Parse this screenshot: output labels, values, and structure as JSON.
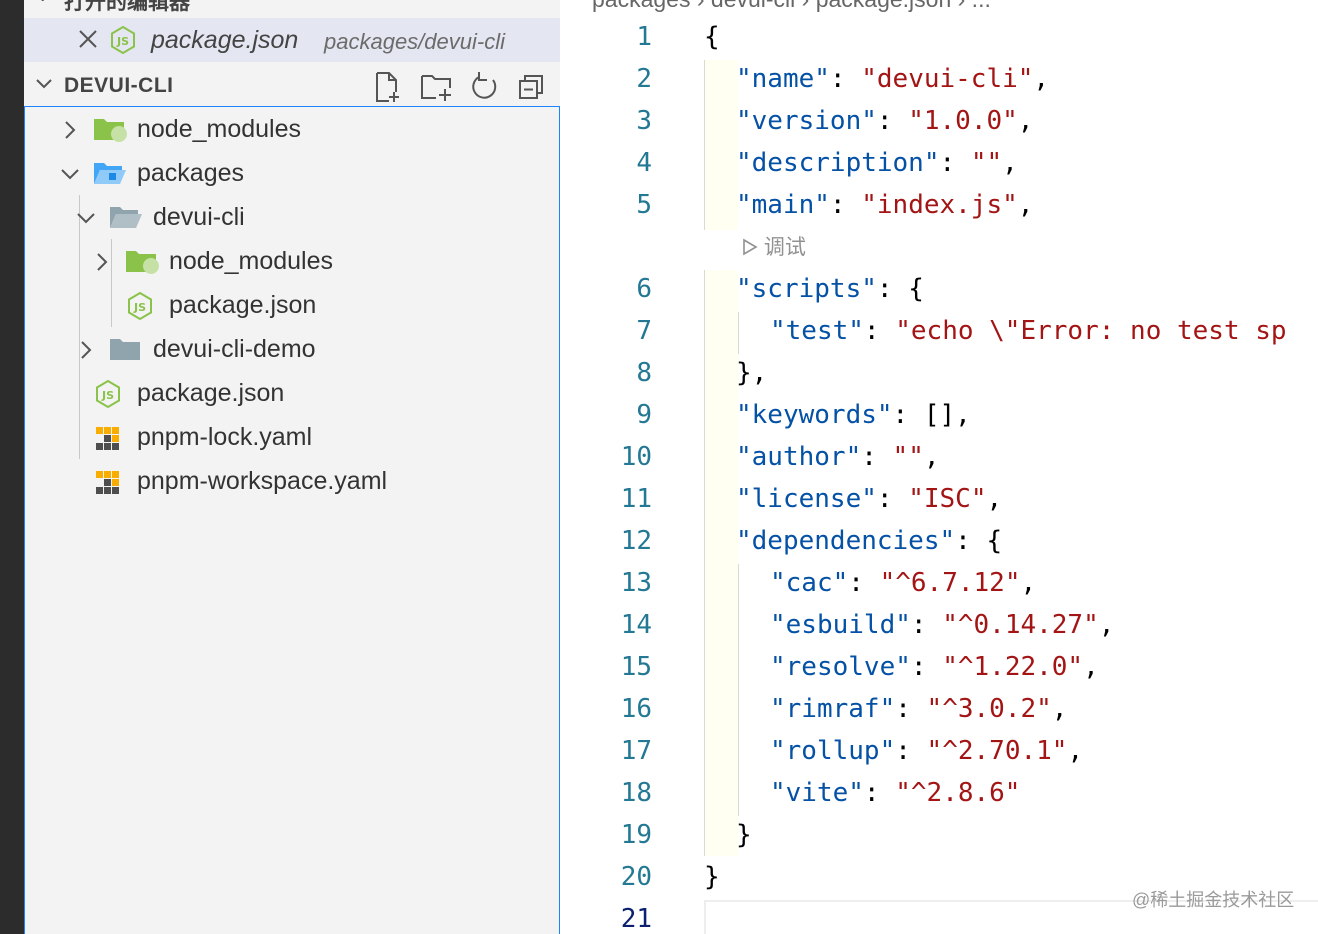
{
  "sidebar": {
    "open_editors_title": "打开的编辑器",
    "open_editor": {
      "name": "package.json",
      "path": "packages/devui-cli"
    },
    "explorer_title": "DEVUI-CLI",
    "tree": [
      {
        "label": "node_modules",
        "type": "folder-node",
        "expanded": false,
        "depth": 0
      },
      {
        "label": "packages",
        "type": "folder-packages",
        "expanded": true,
        "depth": 0
      },
      {
        "label": "devui-cli",
        "type": "folder",
        "expanded": true,
        "depth": 1
      },
      {
        "label": "node_modules",
        "type": "folder-node",
        "expanded": false,
        "depth": 2
      },
      {
        "label": "package.json",
        "type": "file-json",
        "depth": 2
      },
      {
        "label": "devui-cli-demo",
        "type": "folder",
        "expanded": false,
        "depth": 1
      },
      {
        "label": "package.json",
        "type": "file-json",
        "depth": 0
      },
      {
        "label": "pnpm-lock.yaml",
        "type": "file-pnpm",
        "depth": 0
      },
      {
        "label": "pnpm-workspace.yaml",
        "type": "file-pnpm",
        "depth": 0
      }
    ]
  },
  "editor": {
    "breadcrumb": "packages › devui-cli › package.json › ...",
    "codelens": "调试",
    "line_numbers": [
      "1",
      "2",
      "3",
      "4",
      "5",
      "6",
      "7",
      "8",
      "9",
      "10",
      "11",
      "12",
      "13",
      "14",
      "15",
      "16",
      "17",
      "18",
      "19",
      "20",
      "21"
    ],
    "code": {
      "l1": "{",
      "name_k": "\"name\"",
      "name_v": "\"devui-cli\"",
      "version_k": "\"version\"",
      "version_v": "\"1.0.0\"",
      "description_k": "\"description\"",
      "description_v": "\"\"",
      "main_k": "\"main\"",
      "main_v": "\"index.js\"",
      "scripts_k": "\"scripts\"",
      "test_k": "\"test\"",
      "test_v": "\"echo \\\"Error: no test sp",
      "keywords_k": "\"keywords\"",
      "keywords_v": "[]",
      "author_k": "\"author\"",
      "author_v": "\"\"",
      "license_k": "\"license\"",
      "license_v": "\"ISC\"",
      "dependencies_k": "\"dependencies\"",
      "cac_k": "\"cac\"",
      "cac_v": "\"^6.7.12\"",
      "esbuild_k": "\"esbuild\"",
      "esbuild_v": "\"^0.14.27\"",
      "resolve_k": "\"resolve\"",
      "resolve_v": "\"^1.22.0\"",
      "rimraf_k": "\"rimraf\"",
      "rimraf_v": "\"^3.0.2\"",
      "rollup_k": "\"rollup\"",
      "rollup_v": "\"^2.70.1\"",
      "vite_k": "\"vite\"",
      "vite_v": "\"^2.8.6\""
    }
  },
  "watermark": "@稀土掘金技术社区",
  "colors": {
    "key": "#0451a5",
    "string": "#a31515",
    "line_number": "#237893",
    "focus_border": "#1a85ff",
    "node_folder": "#8bc34a",
    "packages_folder": "#42a5f5"
  }
}
